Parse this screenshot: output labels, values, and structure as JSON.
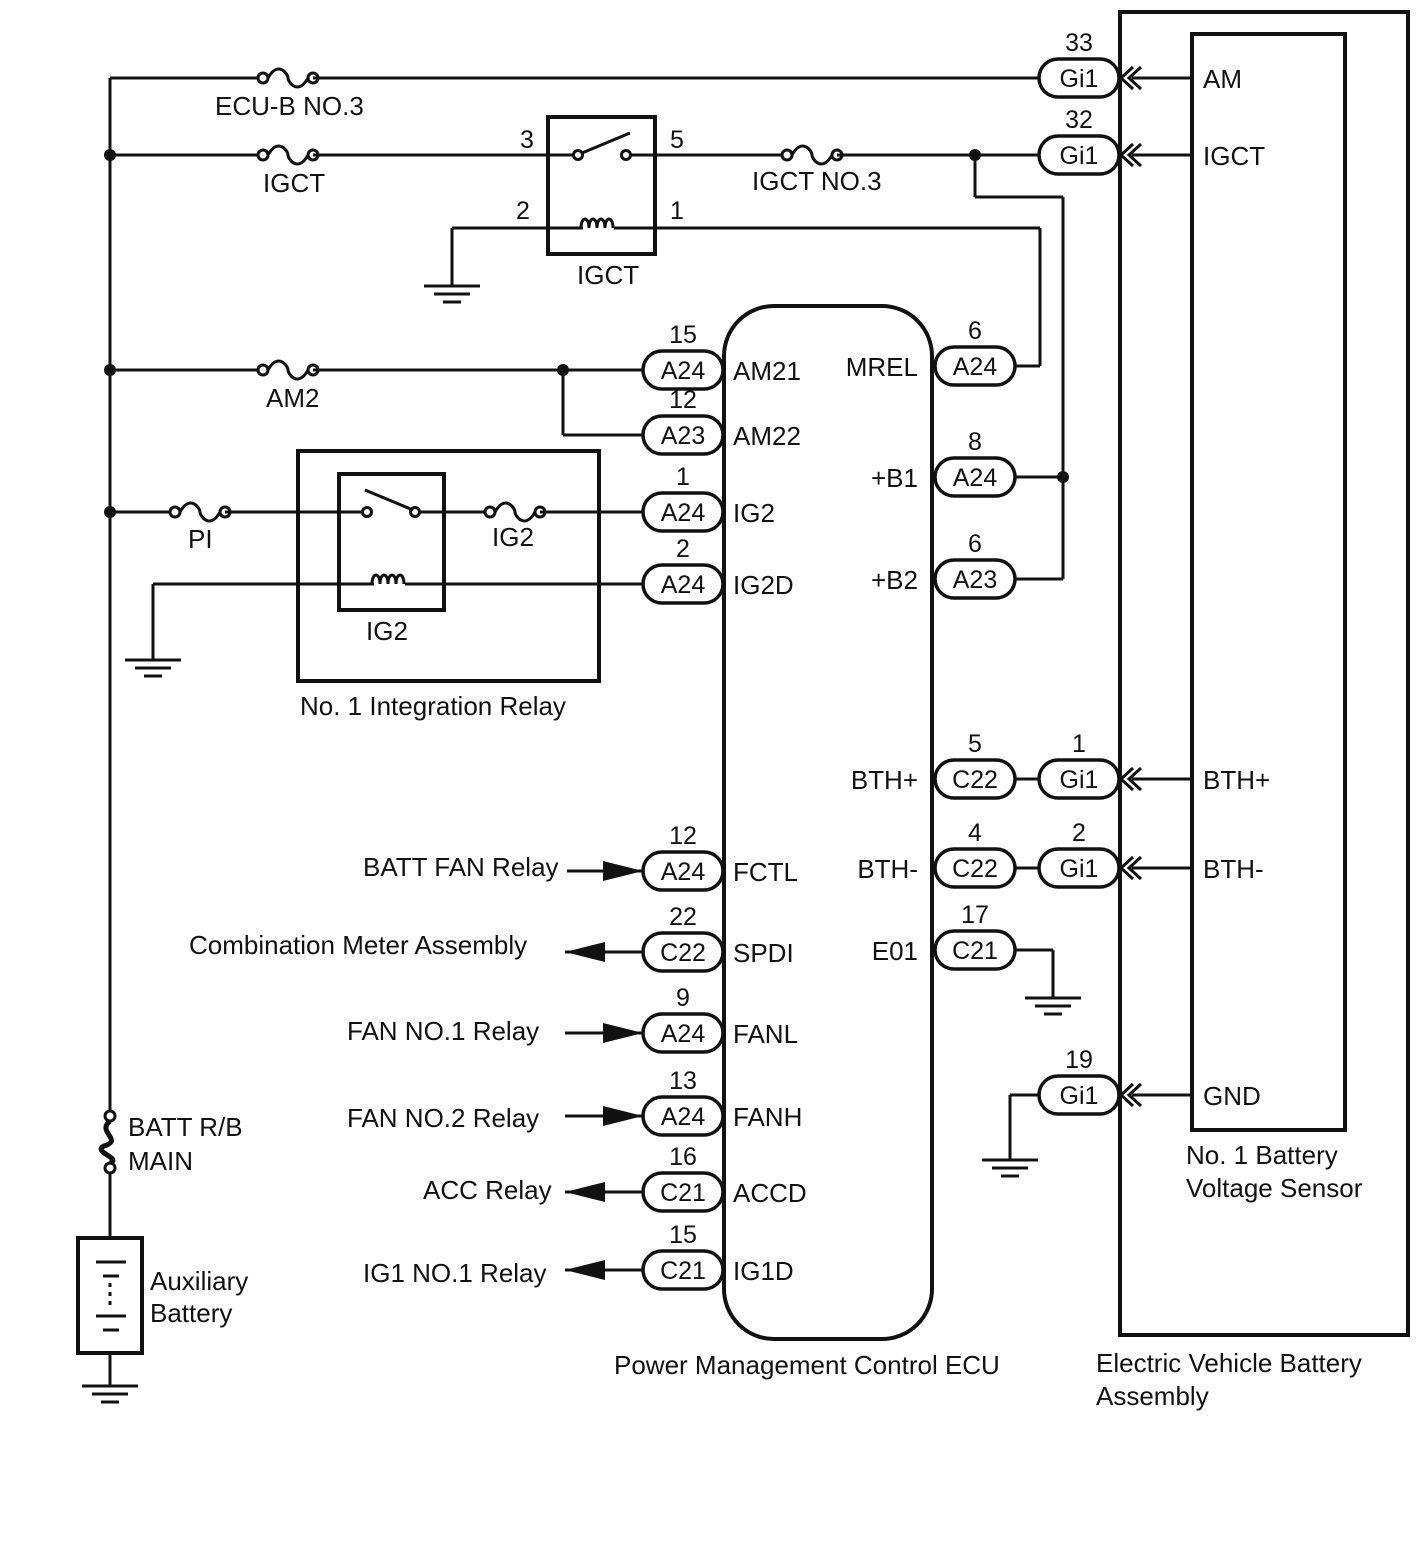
{
  "fuses": {
    "ecub": "ECU-B NO.3",
    "igct": "IGCT",
    "igct3": "IGCT NO.3",
    "am2": "AM2",
    "pi": "PI",
    "ig2": "IG2",
    "batt_line1": "BATT R/B",
    "batt_line2": "MAIN"
  },
  "igct_relay": {
    "label": "IGCT",
    "pin3": "3",
    "pin5": "5",
    "pin2": "2",
    "pin1": "1"
  },
  "integration_relay": {
    "inner_label": "IG2",
    "outer_label": "No. 1 Integration Relay"
  },
  "battery": {
    "line1": "Auxiliary",
    "line2": "Battery"
  },
  "ecu": {
    "label": "Power Management Control ECU",
    "left_pins": [
      {
        "conn": "A24",
        "num": "15",
        "name": "AM21"
      },
      {
        "conn": "A23",
        "num": "12",
        "name": "AM22"
      },
      {
        "conn": "A24",
        "num": "1",
        "name": "IG2"
      },
      {
        "conn": "A24",
        "num": "2",
        "name": "IG2D"
      },
      {
        "conn": "A24",
        "num": "12",
        "name": "FCTL"
      },
      {
        "conn": "C22",
        "num": "22",
        "name": "SPDI"
      },
      {
        "conn": "A24",
        "num": "9",
        "name": "FANL"
      },
      {
        "conn": "A24",
        "num": "13",
        "name": "FANH"
      },
      {
        "conn": "C21",
        "num": "16",
        "name": "ACCD"
      },
      {
        "conn": "C21",
        "num": "15",
        "name": "IG1D"
      }
    ],
    "right_pins": [
      {
        "conn": "A24",
        "num": "6",
        "name": "MREL"
      },
      {
        "conn": "A24",
        "num": "8",
        "name": "+B1"
      },
      {
        "conn": "A23",
        "num": "6",
        "name": "+B2"
      },
      {
        "conn": "C22",
        "num": "5",
        "name": "BTH+"
      },
      {
        "conn": "C22",
        "num": "4",
        "name": "BTH-"
      },
      {
        "conn": "C21",
        "num": "17",
        "name": "E01"
      }
    ]
  },
  "external": {
    "batt_fan": "BATT FAN Relay",
    "combination_meter": "Combination Meter Assembly",
    "fan1": "FAN NO.1 Relay",
    "fan2": "FAN NO.2 Relay",
    "acc": "ACC Relay",
    "ig1": "IG1 NO.1 Relay"
  },
  "gi1": [
    {
      "conn": "Gi1",
      "num": "33"
    },
    {
      "conn": "Gi1",
      "num": "32"
    },
    {
      "conn": "Gi1",
      "num": "1"
    },
    {
      "conn": "Gi1",
      "num": "2"
    },
    {
      "conn": "Gi1",
      "num": "19"
    }
  ],
  "sensor": {
    "pins": [
      "AM",
      "IGCT",
      "BTH+",
      "BTH-",
      "GND"
    ],
    "line1": "No. 1 Battery",
    "line2": "Voltage Sensor"
  },
  "assembly": {
    "line1": "Electric Vehicle Battery",
    "line2": "Assembly"
  }
}
